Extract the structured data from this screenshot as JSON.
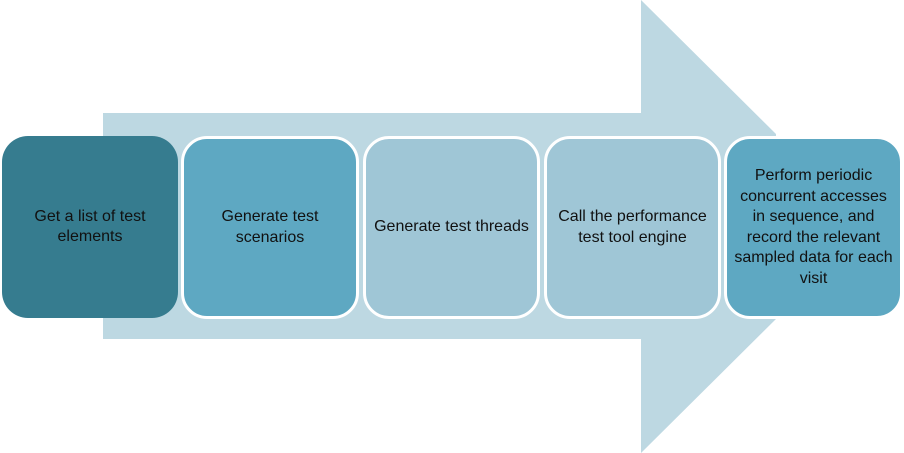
{
  "diagram": {
    "type": "process-arrow",
    "arrow_color": "#bdd8e2",
    "steps": [
      {
        "label": "Get a list of test elements",
        "color": "#367c8f"
      },
      {
        "label": "Generate test scenarios",
        "color": "#5ea8c2"
      },
      {
        "label": "Generate test threads",
        "color": "#9fc6d6"
      },
      {
        "label": "Call the performance test tool engine",
        "color": "#9fc6d6"
      },
      {
        "label": "Perform periodic concurrent accesses in sequence, and record the relevant sampled data for each visit",
        "color": "#5ea8c2"
      }
    ]
  }
}
